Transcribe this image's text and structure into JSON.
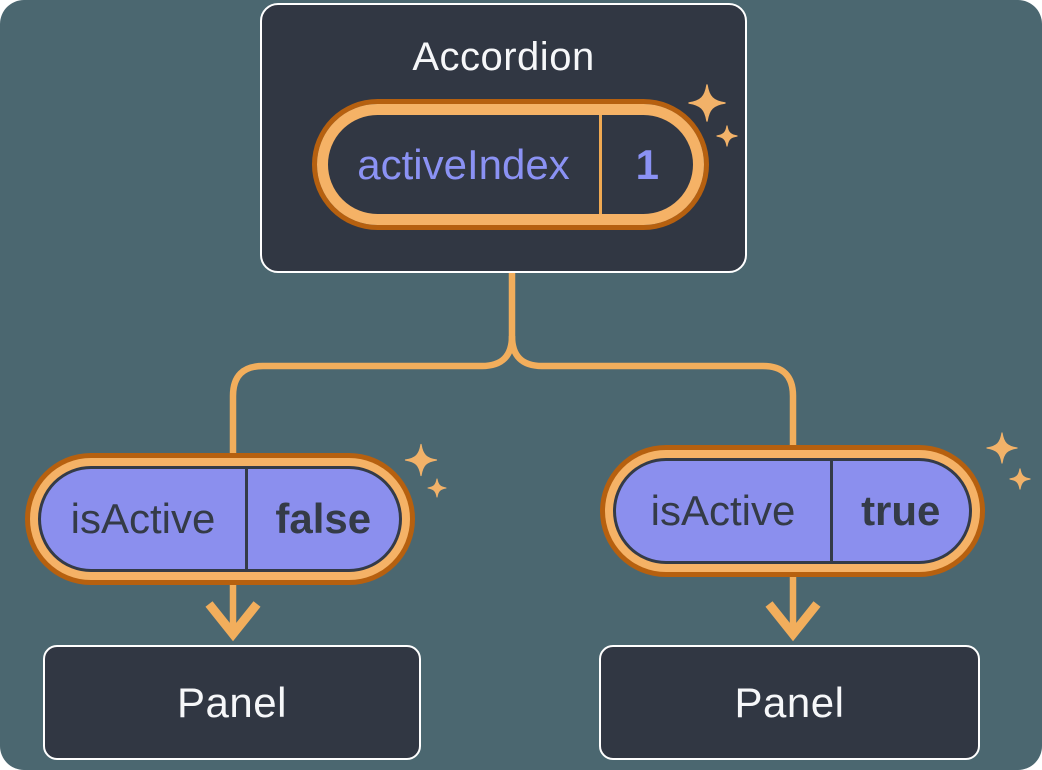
{
  "diagram": {
    "accordion": {
      "title": "Accordion",
      "state_pill": {
        "name": "activeIndex",
        "value": "1"
      }
    },
    "branches": [
      {
        "prop_pill": {
          "name": "isActive",
          "value": "false"
        },
        "panel_label": "Panel"
      },
      {
        "prop_pill": {
          "name": "isActive",
          "value": "true"
        },
        "panel_label": "Panel"
      }
    ]
  },
  "icons": {
    "sparkles": "four-point-star sparkle, large + small pair, amber"
  },
  "colors": {
    "background": "#4B6770",
    "card_bg": "#313743",
    "card_border": "#FFFFFF",
    "pill_purple": "#8B8FEE",
    "ring_light": "#F5B266",
    "ring_dark": "#B6600F",
    "line": "#F2AE5C",
    "sparkle": "#F2B269",
    "text_light": "#F6F7F9",
    "text_purple": "#8B92F4",
    "text_dark": "#343B47",
    "pill_divider_orange": "#F0A952"
  }
}
